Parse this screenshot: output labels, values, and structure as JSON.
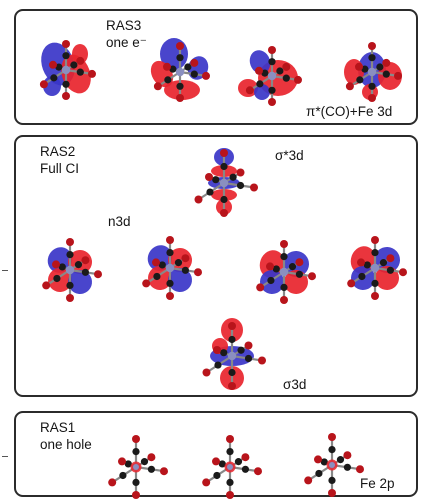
{
  "colors": {
    "lobe_positive": "#e8242c",
    "lobe_negative": "#3a35c8",
    "carbon": "#1a1a1a",
    "oxygen": "#b8141b",
    "iron": "#8a8fc0",
    "bond": "#888888",
    "frame": "#2b2b2b"
  },
  "ras3": {
    "title": "RAS3",
    "subtitle": "one e⁻",
    "orbital_label": "π*(CO)+Fe 3d"
  },
  "ras2": {
    "title": "RAS2",
    "subtitle": "Full CI",
    "sigma_star_label": "σ*3d",
    "nonbonding_label": "n3d",
    "sigma_label": "σ3d"
  },
  "ras1": {
    "title": "RAS1",
    "subtitle": "one hole",
    "core_label": "Fe 2p"
  }
}
